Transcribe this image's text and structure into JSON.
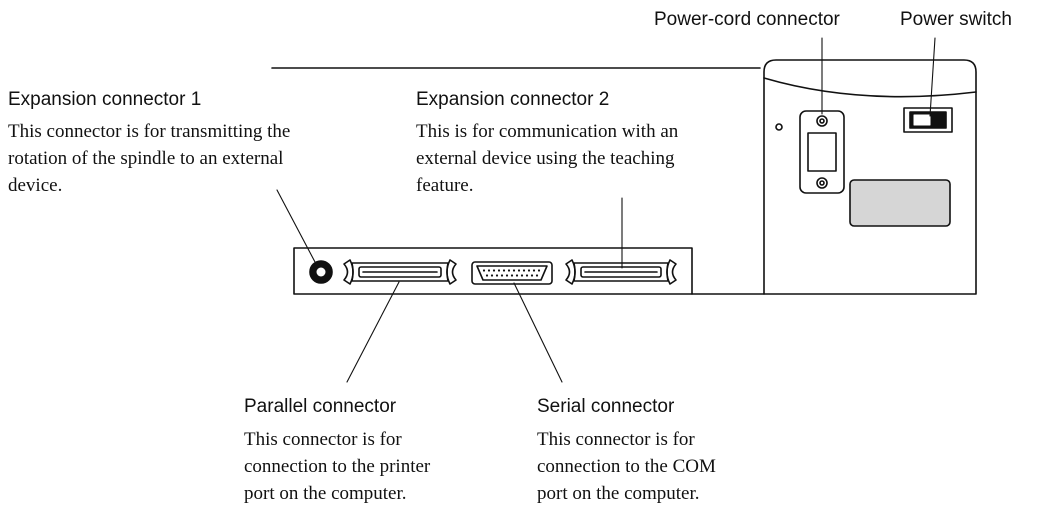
{
  "labels": {
    "power_cord": {
      "title": "Power-cord connector"
    },
    "power_switch": {
      "title": "Power switch"
    },
    "expansion1": {
      "title": "Expansion connector 1",
      "desc": "This connector is for transmitting the\nrotation of the spindle to an external\ndevice."
    },
    "expansion2": {
      "title": "Expansion connector 2",
      "desc": "This is for communication with an\nexternal device using the teaching\nfeature."
    },
    "parallel": {
      "title": "Parallel connector",
      "desc": "This connector is for\nconnection to the printer\nport on the computer."
    },
    "serial": {
      "title": "Serial connector",
      "desc": "This connector is for\nconnection to the COM\nport on the computer."
    }
  }
}
